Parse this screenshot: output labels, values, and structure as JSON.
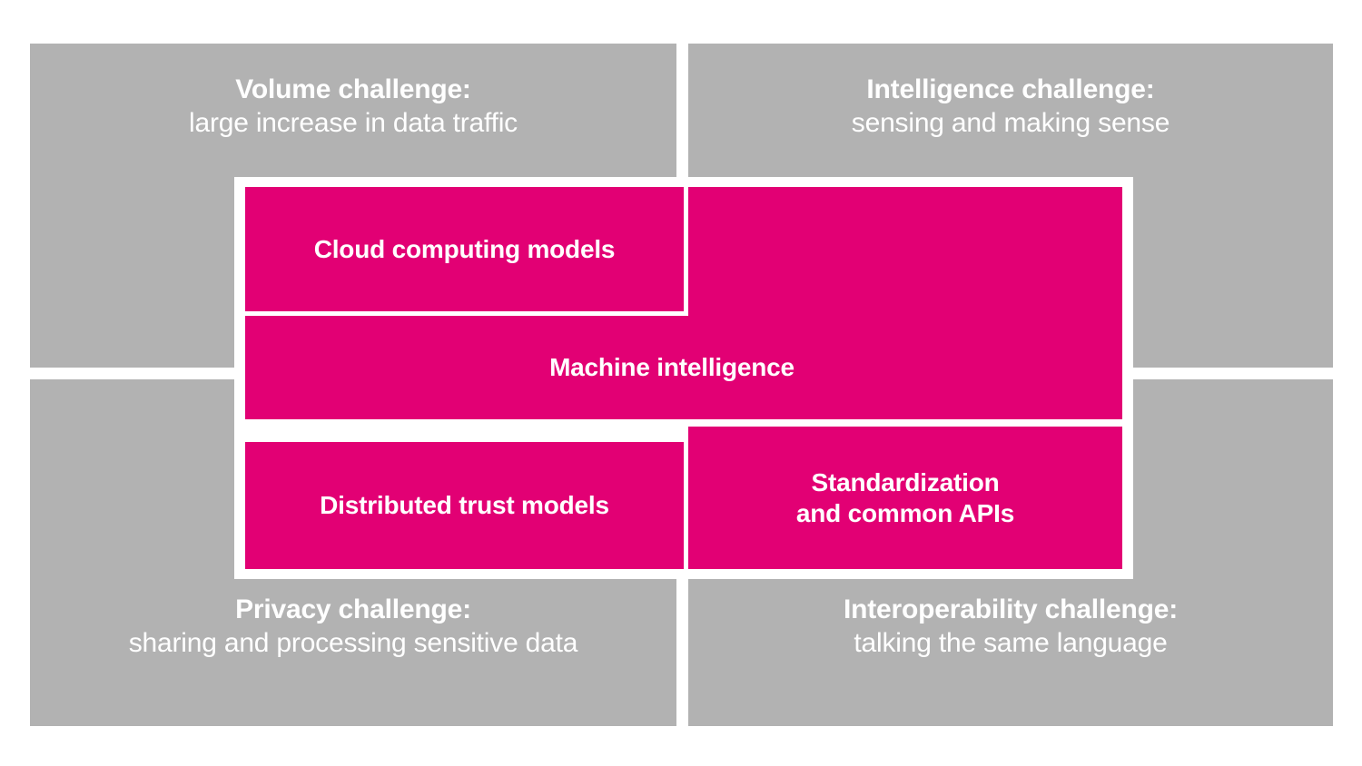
{
  "diagram": {
    "type": "quadrant-challenge-solution-matrix",
    "colors": {
      "quadrant_background": "#b2b2b2",
      "solution_background": "#e20074",
      "text": "#ffffff",
      "page_background": "#ffffff"
    },
    "quadrants": [
      {
        "id": "volume",
        "position": "top-left",
        "title": "Volume challenge:",
        "subtitle": "large increase in data traffic"
      },
      {
        "id": "intelligence",
        "position": "top-right",
        "title": "Intelligence challenge:",
        "subtitle": "sensing and making sense"
      },
      {
        "id": "privacy",
        "position": "bottom-left",
        "title": "Privacy challenge:",
        "subtitle": "sharing and processing sensitive data"
      },
      {
        "id": "interoperability",
        "position": "bottom-right",
        "title": "Interoperability challenge:",
        "subtitle": "talking the same language"
      }
    ],
    "solutions": [
      {
        "id": "cloud-computing-models",
        "label": "Cloud computing models"
      },
      {
        "id": "upper-right-blank",
        "label": ""
      },
      {
        "id": "machine-intelligence",
        "label": "Machine intelligence"
      },
      {
        "id": "distributed-trust-models",
        "label": "Distributed trust models"
      },
      {
        "id": "standardization-and-common-apis",
        "label": "Standardization\nand common APIs"
      }
    ]
  }
}
